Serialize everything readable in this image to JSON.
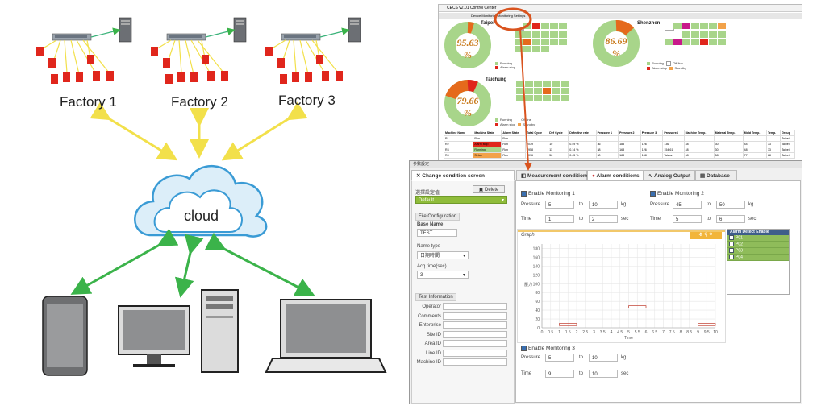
{
  "diagram": {
    "factories": [
      "Factory 1",
      "Factory 2",
      "Factory 3"
    ],
    "cloud_label": "cloud"
  },
  "colors": {
    "factory_arrow": "#f2e04a",
    "device_arrow": "#3bb34a",
    "cloud_fill": "#dceef9",
    "cloud_stroke": "#3a9bd5",
    "machine_red": "#e0261c",
    "highlight_ring": "#d9531e"
  },
  "control_center": {
    "title": "CECS v2.01 Control Center",
    "menu": "Device Monitoring   Monitoring   Settings",
    "sites": [
      {
        "name": "Taipei",
        "percent": "95.63",
        "pct_sign": "%"
      },
      {
        "name": "Shenzhen",
        "percent": "86.69",
        "pct_sign": "%"
      },
      {
        "name": "Taichung",
        "percent": "79.66",
        "pct_sign": "%"
      }
    ],
    "legend": {
      "running": "Running",
      "alarm": "Alarm stop",
      "offline": "Off line",
      "standby": "Standby"
    },
    "table_headers": [
      "Machine Name",
      "Machine State",
      "Alarm State",
      "Total Cycle",
      "Def Cycle",
      "Defective rate",
      "Pressure 1",
      "Pressure 2",
      "Pressure 3",
      "Pressure4",
      "Machine Temp.",
      "Material Temp.",
      "Mold Temp.",
      "Temp.",
      "Group"
    ],
    "table_rows": [
      [
        "R1",
        "Run",
        "Run",
        "-",
        "",
        "---",
        "-",
        "-",
        "-",
        "-",
        "-",
        "-",
        "-",
        "-",
        "Taipei"
      ],
      [
        "R2",
        "Alarm stop",
        "Run",
        "2039",
        "10",
        "0.49 %",
        "36",
        "188",
        "126",
        "136",
        "48",
        "30",
        "44",
        "33",
        "Taipei"
      ],
      [
        "R3",
        "Running",
        "Run",
        "7958",
        "11",
        "0.14 %",
        "38",
        "168",
        "126",
        "154.61",
        "48",
        "30",
        "48",
        "33",
        "Taipei"
      ],
      [
        "R4",
        "Setup",
        "Run",
        "2096",
        "56",
        "0.45 %",
        "30",
        "188",
        "158",
        "Taiwan",
        "68",
        "58",
        "77",
        "88",
        "Taipei"
      ]
    ]
  },
  "settings": {
    "title": "參數設定",
    "tabs": [
      "Change condition screen",
      "Measurement conditions",
      "Alarm conditions",
      "Analog Output",
      "Database"
    ],
    "combo_label": "選擇設定值",
    "delete_label": "Delete",
    "combo_value": "Default",
    "file_config_title": "File Configuration",
    "base_name_label": "Base Name",
    "base_name_value": "TEST",
    "name_type_label": "Name type",
    "name_type_value": "日期時間",
    "acq_time_label": "Acq time(sec)",
    "acq_time_value": "3",
    "test_info_title": "Test Information",
    "test_info_fields": [
      "Operator",
      "Comments",
      "Enterprise",
      "Site ID",
      "Area ID",
      "Line ID",
      "Machine ID"
    ],
    "monitor1": {
      "label": "Enable Monitoring 1",
      "pressure_label": "Pressure",
      "p_from": "5",
      "to": "to",
      "p_to": "10",
      "p_unit": "kg",
      "time_label": "Time",
      "t_from": "1",
      "t_to": "2",
      "t_unit": "sec"
    },
    "monitor2": {
      "label": "Enable Monitoring 2",
      "pressure_label": "Pressure",
      "p_from": "45",
      "to": "to",
      "p_to": "50",
      "p_unit": "kg",
      "time_label": "Time",
      "t_from": "5",
      "t_to": "6",
      "t_unit": "sec"
    },
    "monitor3": {
      "label": "Enable Monitoring 3",
      "pressure_label": "Pressure",
      "p_from": "5",
      "to": "to",
      "p_to": "10",
      "p_unit": "kg",
      "time_label": "Time",
      "t_from": "9",
      "t_to": "10",
      "t_unit": "sec"
    },
    "graph_title": "Graph",
    "graph_ylabel": "壓力",
    "graph_xlabel": "Time",
    "y_ticks": [
      "0",
      "20",
      "40",
      "60",
      "80",
      "100",
      "120",
      "140",
      "160",
      "180"
    ],
    "x_ticks": [
      "0",
      "0.5",
      "1",
      "1.5",
      "2",
      "2.5",
      "3",
      "3.5",
      "4",
      "4.5",
      "5",
      "5.5",
      "6",
      "6.5",
      "7",
      "7.5",
      "8",
      "8.5",
      "9",
      "9.5",
      "10"
    ],
    "alarm_detect_title": "Alarm Detect Enable",
    "alarm_items": [
      "P01",
      "P02",
      "P03",
      "P04"
    ]
  }
}
